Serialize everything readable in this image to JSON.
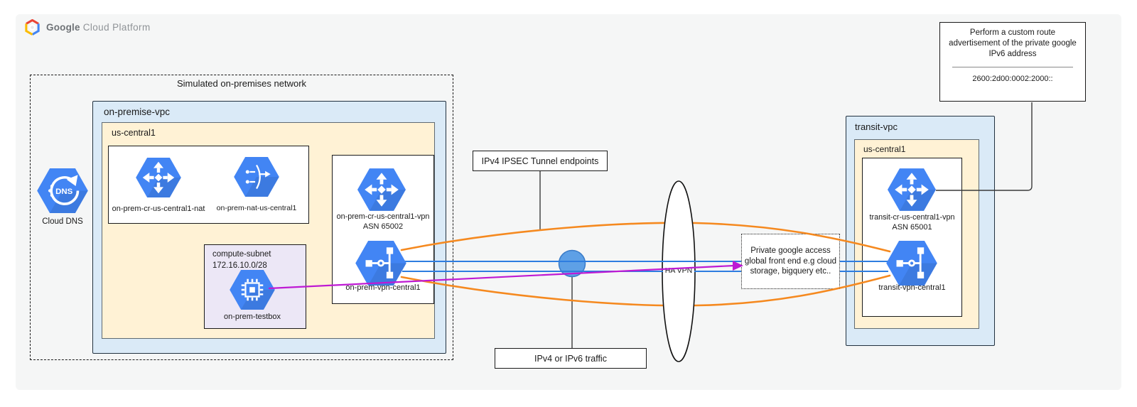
{
  "logo": {
    "product_name_1": "Google",
    "product_name_2": "Cloud Platform"
  },
  "colors": {
    "tunnel_orange": "#F5891F",
    "flow_blue": "#2E7DE0",
    "ipv6_purple": "#BE1AD3",
    "gcp_hex_blue": "#4285F4",
    "vpc_fill": "#DAEAF7",
    "region_fill": "#FFF2D5",
    "subnet_fill": "#ECE7F6",
    "endpoint_fill": "#5EA0E6",
    "endpoint_stroke": "#3A7BC8"
  },
  "onprem_network": {
    "title": "Simulated on-premises network",
    "vpc": "on-premise-vpc",
    "region": "us-central1",
    "cloud_dns": "Cloud DNS",
    "dns_icon_text": "DNS",
    "router_nat": "on-prem-cr-us-central1-nat",
    "nat_gateway": "on-prem-nat-us-central1",
    "subnet_name": "compute-subnet",
    "subnet_cidr": "172.16.10.0/28",
    "testbox": "on-prem-testbox",
    "router_vpn": "on-prem-cr-us-central1-vpn",
    "router_vpn_asn": "ASN 65002",
    "vpn_gateway": "on-prem-vpn-central1"
  },
  "transit_network": {
    "vpc": "transit-vpc",
    "region": "us-central1",
    "router_vpn": "transit-cr-us-central1-vpn",
    "router_vpn_asn": "ASN 65001",
    "vpn_gateway": "transit-vpn-central1"
  },
  "callouts": {
    "ipsec_endpoints": "IPv4 IPSEC Tunnel endpoints",
    "traffic": "IPv4 or IPv6 traffic",
    "ha_vpn": "HA VPN",
    "private_google_access": "Private google access global front end e.g cloud storage, bigquery etc..",
    "route_advertisement": "Perform a custom route advertisement of the private google IPv6 address",
    "route_advertisement_address": "2600:2d00:0002:2000::"
  }
}
